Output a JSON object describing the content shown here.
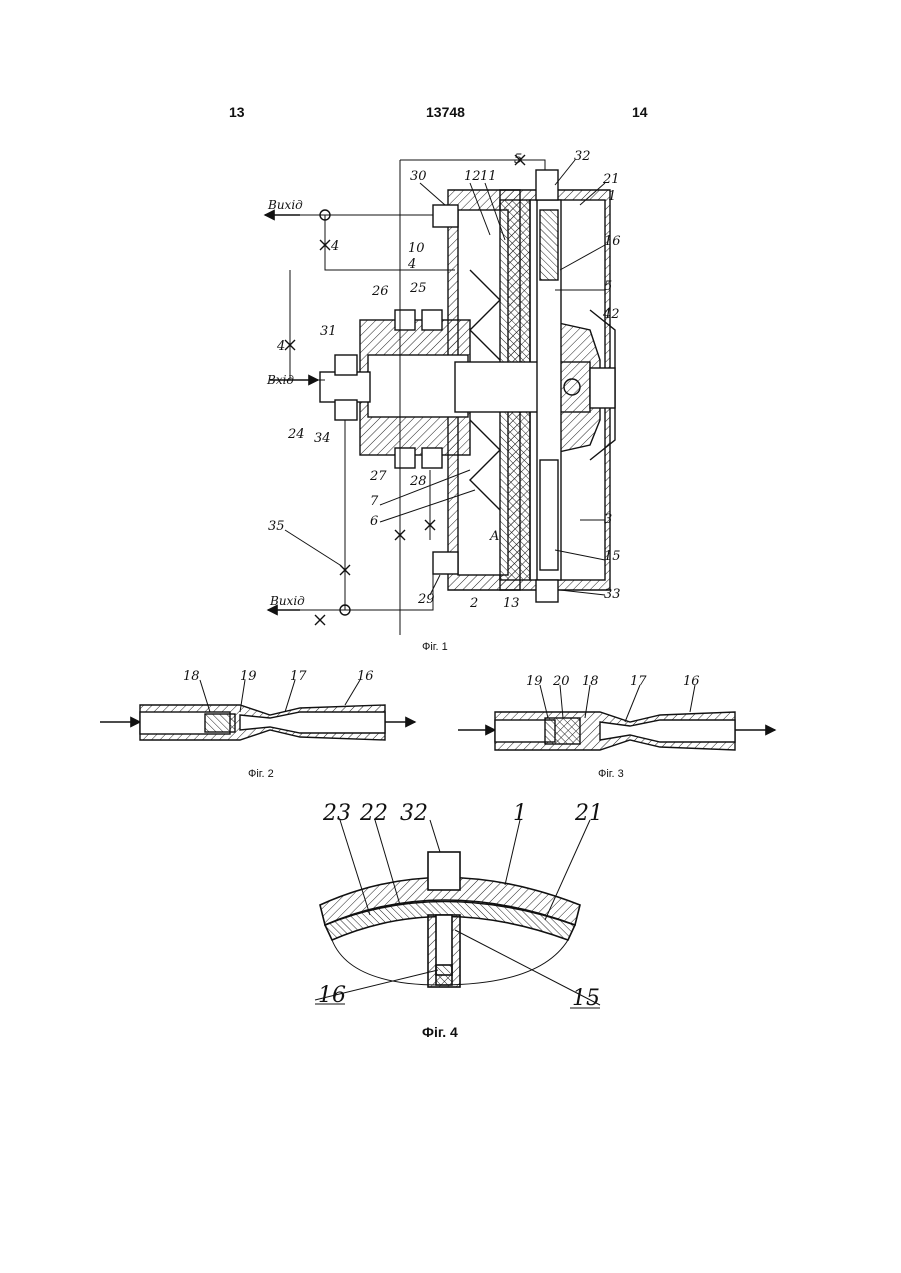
{
  "header": {
    "page_left": "13",
    "doc_number": "13748",
    "page_right": "14"
  },
  "fig1": {
    "caption": "Фіг. 1",
    "labels": [
      "30",
      "12",
      "11",
      "32",
      "21",
      "1",
      "16",
      "10",
      "4",
      "5",
      "26",
      "25",
      "31",
      "42",
      "24",
      "34",
      "27",
      "28",
      "7",
      "6",
      "3",
      "15",
      "35",
      "29",
      "2",
      "13",
      "33",
      "A",
      "5",
      "4",
      "4"
    ],
    "side_labels": {
      "exit_top": "Вихід",
      "entry": "Вхід",
      "exit_bottom": "Вихід"
    }
  },
  "fig2": {
    "caption": "Фіг. 2",
    "labels": [
      "18",
      "19",
      "17",
      "16"
    ]
  },
  "fig3": {
    "caption": "Фіг. 3",
    "labels": [
      "19",
      "20",
      "18",
      "17",
      "16"
    ]
  },
  "fig4": {
    "caption": "Фіг. 4",
    "labels": [
      "23",
      "22",
      "32",
      "1",
      "21",
      "16",
      "15"
    ]
  }
}
